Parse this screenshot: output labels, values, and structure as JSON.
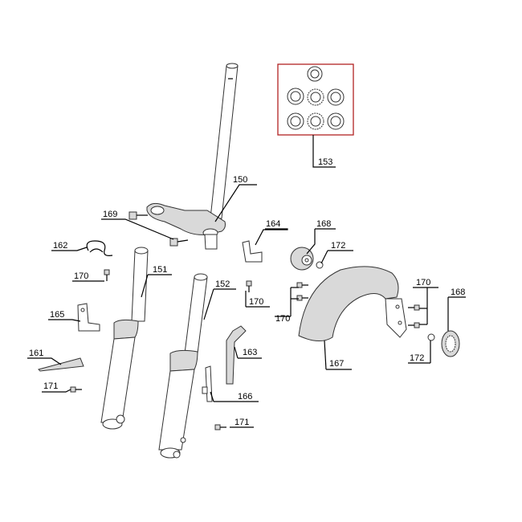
{
  "diagram": {
    "highlight_color": "#b22222",
    "callouts": {
      "c153": "153",
      "c150": "150",
      "c169": "169",
      "c164": "164",
      "c168a": "168",
      "c172a": "172",
      "c162": "162",
      "c170a": "170",
      "c151": "151",
      "c152": "152",
      "c170b": "170",
      "c170c": "170",
      "c170d": "170",
      "c168b": "168",
      "c165": "165",
      "c163": "163",
      "c161": "161",
      "c167": "167",
      "c172b": "172",
      "c171a": "171",
      "c166": "166",
      "c171b": "171"
    }
  }
}
